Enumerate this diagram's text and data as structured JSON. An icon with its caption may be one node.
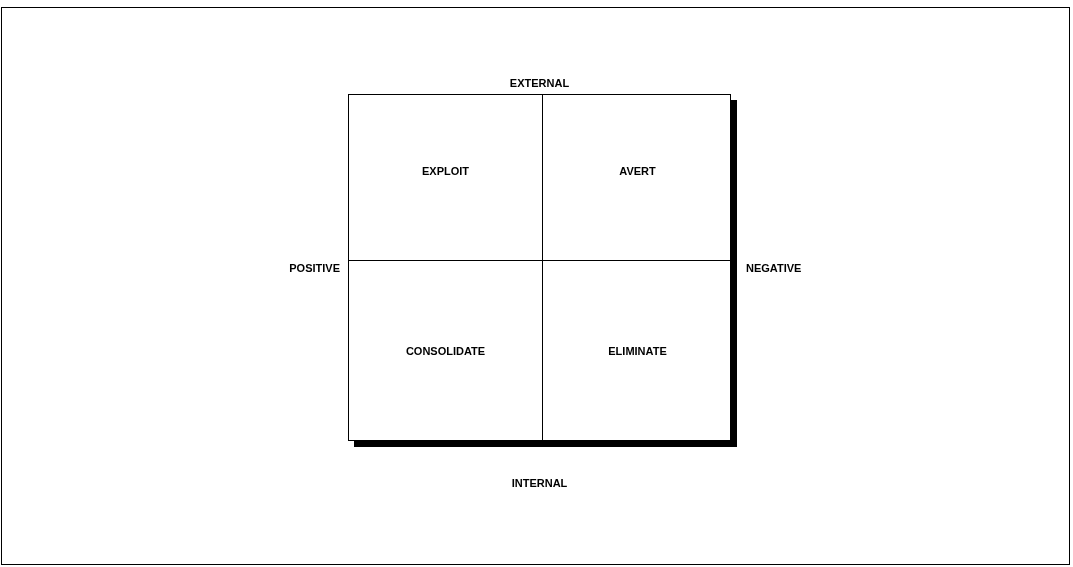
{
  "diagram": {
    "nodes": [
      {
        "text": [
          "EXPLOIT"
        ]
      },
      {
        "text": [
          "AVERT"
        ]
      },
      {
        "text": [
          "CONSOLIDATE"
        ]
      },
      {
        "text": [
          "ELIMINATE"
        ]
      }
    ],
    "labels": [
      "EXTERNAL",
      "POSITIVE",
      "NEGATIVE",
      "INTERNAL"
    ]
  }
}
